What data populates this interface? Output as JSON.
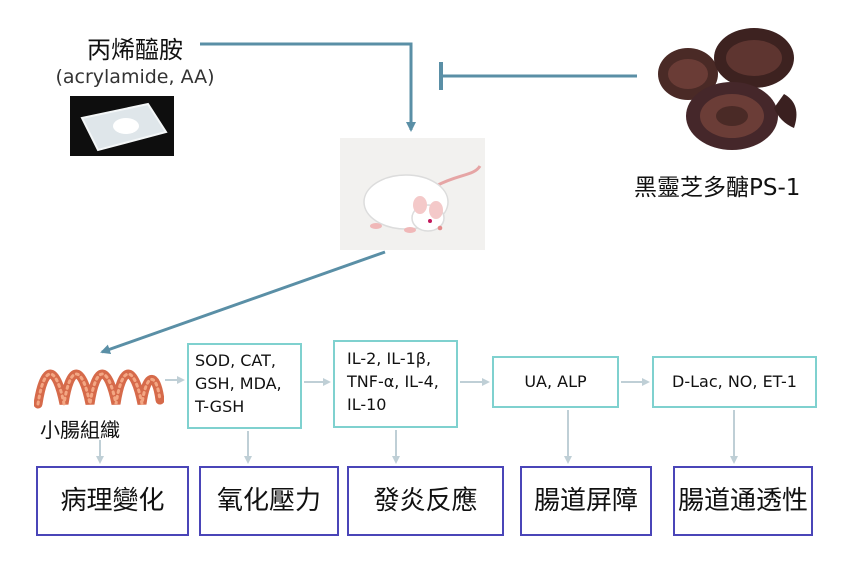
{
  "toxin": {
    "name_zh": "丙烯醯胺",
    "name_en": "(acrylamide, AA)"
  },
  "inhibitor": {
    "name": "黑靈芝多醣PS-1"
  },
  "tissue": {
    "label": "小腸組織"
  },
  "markers": [
    {
      "lines": [
        "SOD, CAT,",
        "GSH, MDA,",
        "T-GSH"
      ]
    },
    {
      "lines": [
        "IL-2, IL-1β,",
        "TNF-α, IL-4,",
        "IL-10"
      ]
    },
    {
      "lines": [
        "UA, ALP"
      ]
    },
    {
      "lines": [
        "D-Lac, NO, ET-1"
      ]
    }
  ],
  "outcomes": [
    "病理變化",
    "氧化壓力",
    "發炎反應",
    "腸道屏障",
    "腸道通透性"
  ],
  "colors": {
    "arrow": "#5a8fa6",
    "marker_border": "#7fd1cf",
    "outcome_border": "#4a45b8",
    "connector": "#bfcfd6"
  },
  "icons": {
    "toxin_image": "acrylamide-powder-dish",
    "inhibitor_image": "black-ganoderma-mushroom",
    "subject_image": "white-mouse",
    "tissue_image": "small-intestine"
  }
}
